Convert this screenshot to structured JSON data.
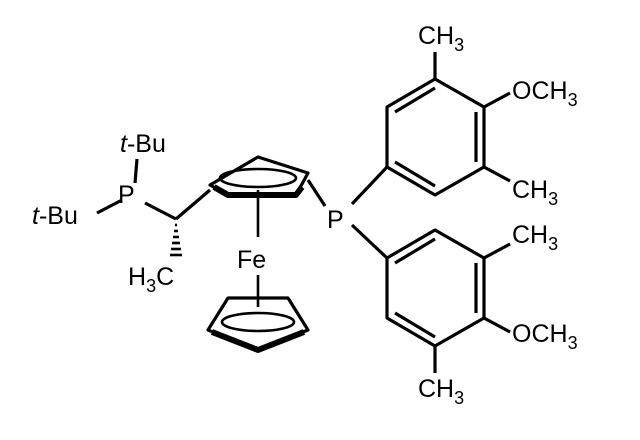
{
  "molecule": {
    "labels": {
      "p_left": "P",
      "p_right": "P",
      "iron": "Fe",
      "tbu_top_prefix": "t",
      "tbu_top_suffix": "-Bu",
      "tbu_left_prefix": "t",
      "tbu_left_suffix": "-Bu",
      "h3c_h": "H",
      "h3c_3": "3",
      "h3c_c": "C",
      "upper_aryl_ch3_top_c": "CH",
      "upper_aryl_ch3_top_3": "3",
      "upper_aryl_och3_o": "OCH",
      "upper_aryl_och3_3": "3",
      "upper_aryl_ch3_bottom_c": "CH",
      "upper_aryl_ch3_bottom_3": "3",
      "lower_aryl_ch3_top_c": "CH",
      "lower_aryl_ch3_top_3": "3",
      "lower_aryl_och3_o": "OCH",
      "lower_aryl_och3_3": "3",
      "lower_aryl_ch3_bottom_c": "CH",
      "lower_aryl_ch3_bottom_3": "3"
    }
  }
}
